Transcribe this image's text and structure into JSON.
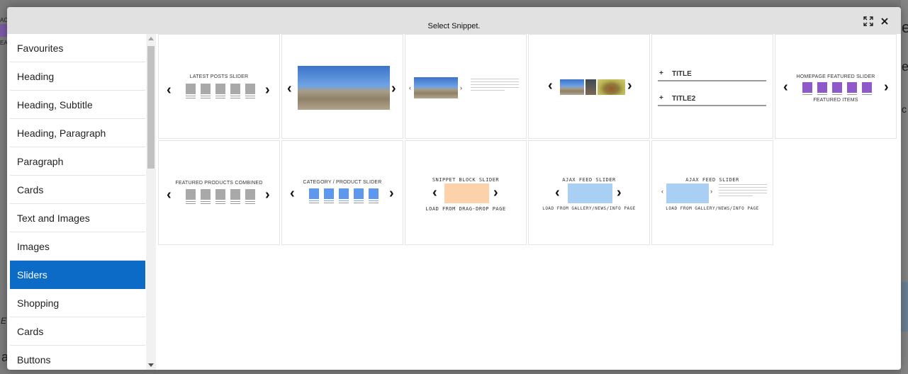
{
  "modal": {
    "title": "Select Snippet."
  },
  "background_text": {
    "left_top": "AC",
    "left_mid": "EA",
    "left_italic": "E",
    "left_bottom": "a",
    "right_top": "ea",
    "right_mid": "e",
    "right_small": "c"
  },
  "sidebar": {
    "items": [
      {
        "label": "Favourites",
        "active": false
      },
      {
        "label": "Heading",
        "active": false
      },
      {
        "label": "Heading, Subtitle",
        "active": false
      },
      {
        "label": "Heading, Paragraph",
        "active": false
      },
      {
        "label": "Paragraph",
        "active": false
      },
      {
        "label": "Cards",
        "active": false
      },
      {
        "label": "Text and Images",
        "active": false
      },
      {
        "label": "Images",
        "active": false
      },
      {
        "label": "Sliders",
        "active": true
      },
      {
        "label": "Shopping",
        "active": false
      },
      {
        "label": "Cards",
        "active": false
      },
      {
        "label": "Buttons",
        "active": false
      }
    ]
  },
  "snippets": {
    "latest_posts": {
      "label": "LATEST POSTS SLIDER"
    },
    "title_1": "TITLE",
    "title_2": "TITLE2",
    "homepage_featured": {
      "label": "HOMEPAGE FEATURED SLIDER",
      "sublabel": "FEATURED ITEMS"
    },
    "featured_products": {
      "label": "FEATURED PRODUCTS COMBINED"
    },
    "category_product": {
      "label": "CATEGORY / PRODUCT SLIDER"
    },
    "snippet_block": {
      "label": "SNIPPET BLOCK SLIDER",
      "sublabel": "LOAD FROM DRAG-DROP PAGE"
    },
    "ajax_feed_1": {
      "label": "AJAX FEED SLIDER",
      "sublabel": "LOAD FROM GALLERY/NEWS/INFO PAGE"
    },
    "ajax_feed_2": {
      "label": "AJAX FEED SLIDER",
      "sublabel": "LOAD FROM GALLERY/NEWS/INFO PAGE"
    }
  },
  "colors": {
    "accent": "#0b6bc7",
    "gray_square": "#a9a9a9",
    "purple_square": "#9059c9",
    "blue_square": "#5d98ee",
    "peach_block": "#fdd1aa",
    "light_blue_block": "#a9cff5"
  }
}
